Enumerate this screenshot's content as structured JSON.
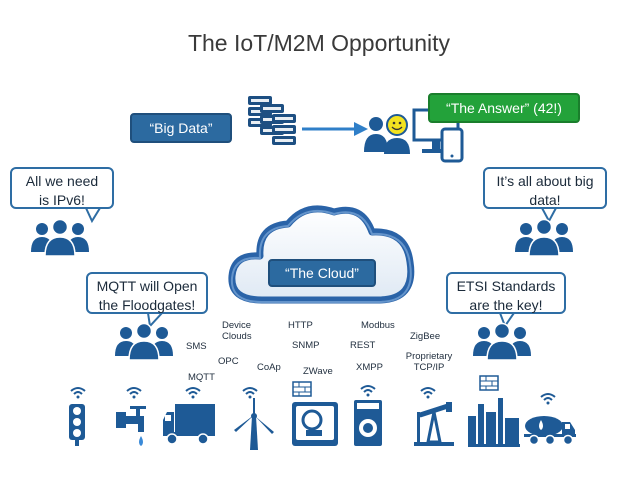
{
  "title": "The IoT/M2M Opportunity",
  "bubbles": {
    "big_data": "“Big Data”",
    "answer": "“The Answer” (42!)",
    "ipv6": "All we need is IPv6!",
    "big_data_right": "It’s all about big data!",
    "mqtt": "MQTT will Open the Floodgates!",
    "etsi": "ETSI Standards are the key!",
    "cloud": "“The Cloud”"
  },
  "protocols": {
    "device_clouds": "Device Clouds",
    "http": "HTTP",
    "modbus": "Modbus",
    "zigbee": "ZigBee",
    "sms": "SMS",
    "snmp": "SNMP",
    "rest": "REST",
    "proprietary": "Proprietary TCP/IP",
    "opc": "OPC",
    "coap": "CoAp",
    "zwave": "ZWave",
    "xmpp": "XMPP",
    "mqtt": "MQTT"
  },
  "colors": {
    "blue": "#2c6aa0",
    "dark_blue": "#1d4f82",
    "green": "#23a23a",
    "icon": "#1e5a96"
  },
  "icons": [
    "database-icon",
    "arrow-icon",
    "smiley-user-icon",
    "monitor-icon",
    "tablet-icon",
    "people-group-icon",
    "cloud-icon",
    "traffic-light-icon",
    "water-tap-icon",
    "truck-icon",
    "wind-turbine-icon",
    "security-camera-icon",
    "washing-machine-icon",
    "oil-pump-icon",
    "factory-icon",
    "tanker-truck-icon",
    "wifi-icon",
    "firewall-icon"
  ]
}
